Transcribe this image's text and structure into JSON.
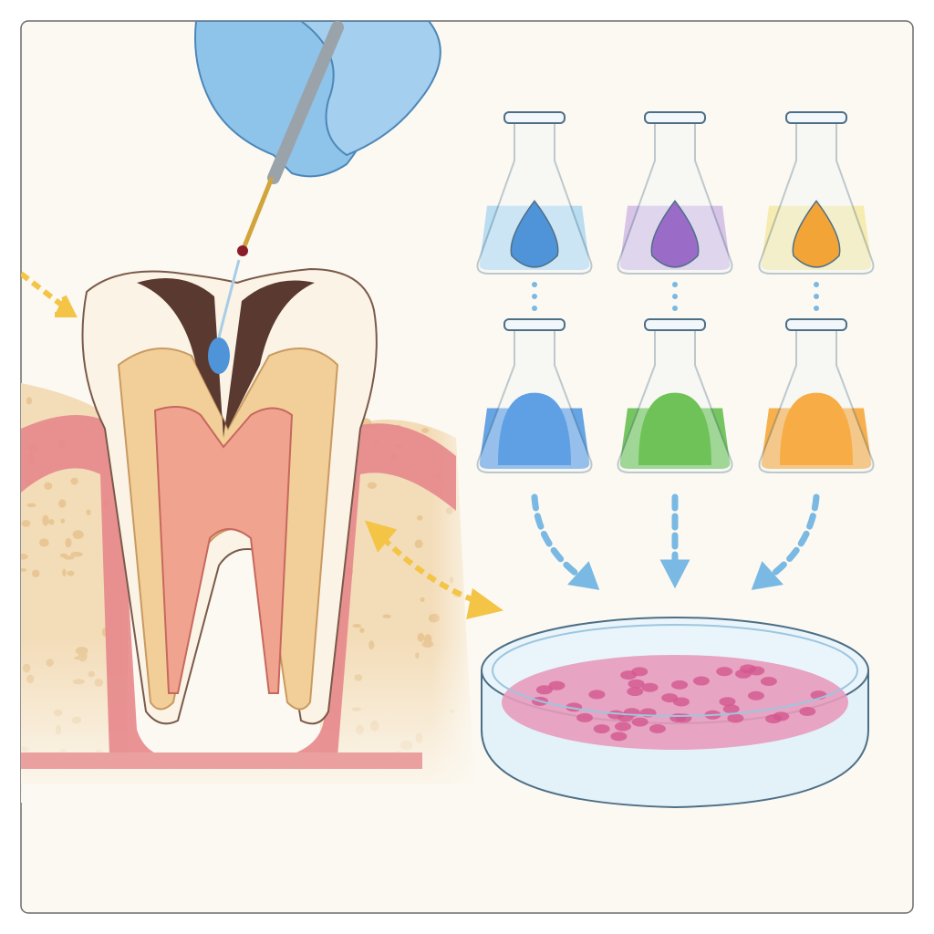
{
  "illustration": {
    "colors": {
      "background": "#fcf9f2",
      "frame": "#6b6b6b",
      "glove": "#8ec3ea",
      "enamel": "#fbf3e6",
      "dentin": "#f2cf98",
      "pulp": "#f0a48f",
      "gum": "#e7878b",
      "bone": "#f3dcb8",
      "arrow_yellow": "#f3c446",
      "arrow_blue": "#79b9e3",
      "cells": "#e79bbd"
    },
    "flasks_top": [
      {
        "name": "blue",
        "liquid": "#a9d6f0",
        "drop": "#4f94d8"
      },
      {
        "name": "purple",
        "liquid": "#cdb6e4",
        "drop": "#9a6cc8"
      },
      {
        "name": "yellow",
        "liquid": "#f4e8a0",
        "drop": "#f3a437"
      }
    ],
    "flasks_bottom": [
      {
        "name": "blue",
        "liquid": "#5f9fe3"
      },
      {
        "name": "green",
        "liquid": "#6fc257"
      },
      {
        "name": "orange",
        "liquid": "#f7ac45"
      }
    ]
  }
}
